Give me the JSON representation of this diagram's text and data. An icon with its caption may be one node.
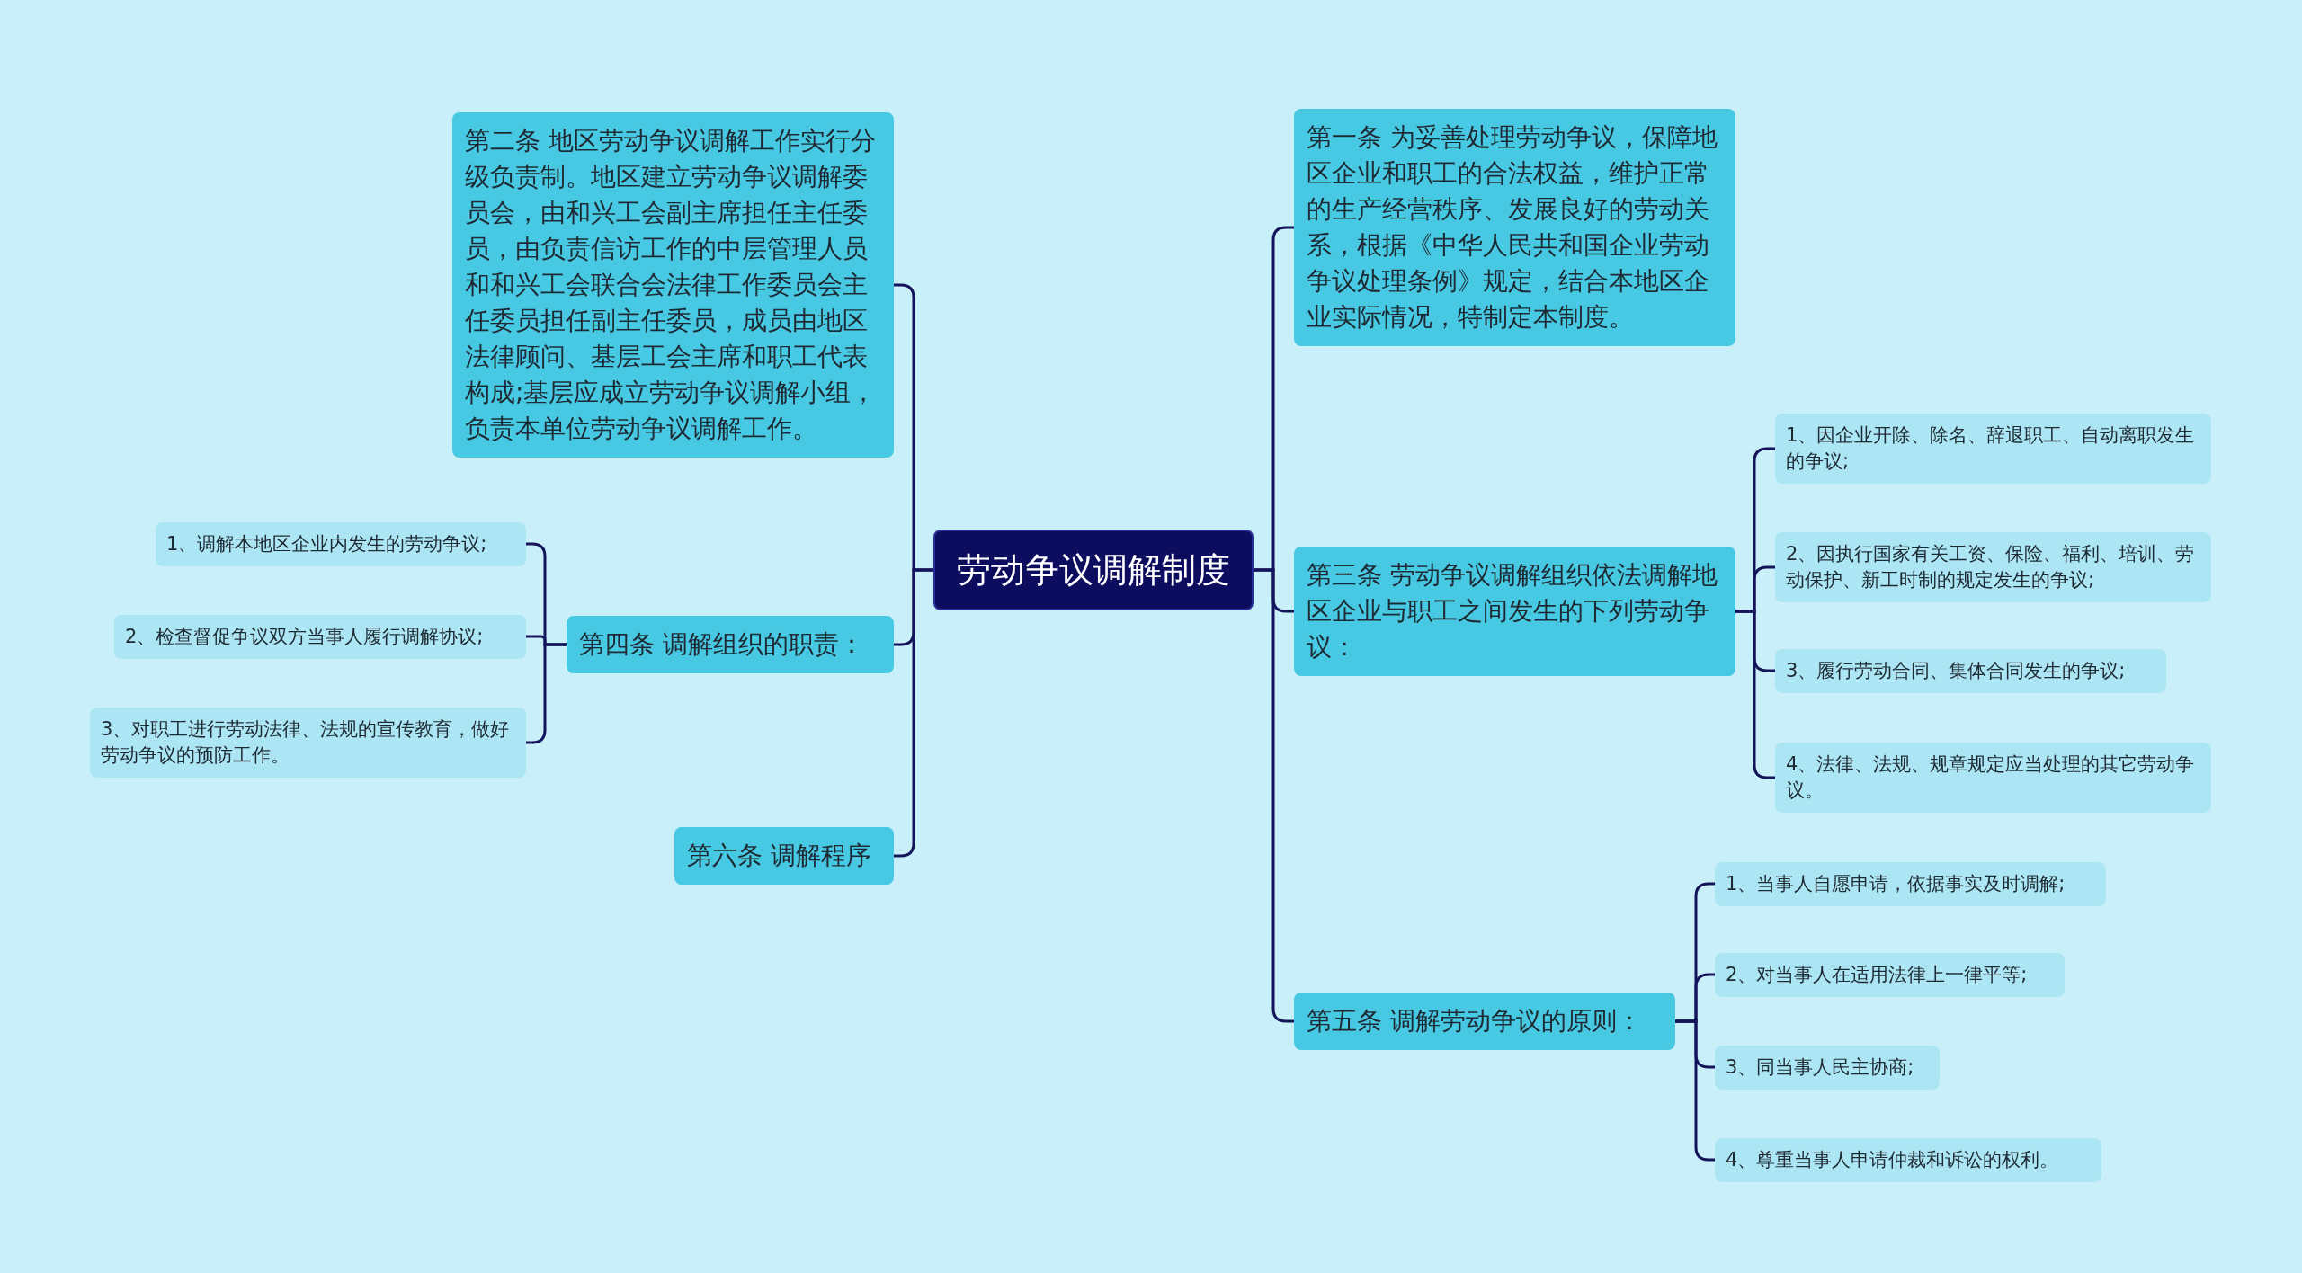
{
  "diagram": {
    "nodes": [
      {
        "text": [
          "劳动争议调解制度"
        ]
      },
      {
        "text": [
          "第二条 地区劳动争议调解工作实行分级负责制。地区建立劳动争议调解委员会，由和兴工会副主席担任主任委员，由负责信访工作的中层管理人员和和兴工会联合会法律工作委员会主任委员担任副主任委员，成员由地区法律顾问、基层工会主席和职工代表构成;基层应成立劳动争议调解小组，负责本单位劳动争议调解工作。"
        ]
      },
      {
        "text": [
          "第四条 调解组织的职责："
        ]
      },
      {
        "text": [
          "1、调解本地区企业内发生的劳动争议;"
        ]
      },
      {
        "text": [
          "2、检查督促争议双方当事人履行调解协议;"
        ]
      },
      {
        "text": [
          "3、对职工进行劳动法律、法规的宣传教育，做好劳动争议的预防工作。"
        ]
      },
      {
        "text": [
          "第六条 调解程序"
        ]
      },
      {
        "text": [
          "第一条 为妥善处理劳动争议，保障地区企业和职工的合法权益，维护正常的生产经营秩序、发展良好的劳动关系，根据《中华人民共和国企业劳动争议处理条例》规定，结合本地区企业实际情况，特制定本制度。"
        ]
      },
      {
        "text": [
          "第三条 劳动争议调解组织依法调解地区企业与职工之间发生的下列劳动争议："
        ]
      },
      {
        "text": [
          "1、因企业开除、除名、辞退职工、自动离职发生的争议;"
        ]
      },
      {
        "text": [
          "2、因执行国家有关工资、保险、福利、培训、劳动保护、新工时制的规定发生的争议;"
        ]
      },
      {
        "text": [
          "3、履行劳动合同、集体合同发生的争议;"
        ]
      },
      {
        "text": [
          "4、法律、法规、规章规定应当处理的其它劳动争议。"
        ]
      },
      {
        "text": [
          "第五条 调解劳动争议的原则："
        ]
      },
      {
        "text": [
          "1、当事人自愿申请，依据事实及时调解;"
        ]
      },
      {
        "text": [
          "2、对当事人在适用法律上一律平等;"
        ]
      },
      {
        "text": [
          "3、同当事人民主协商;"
        ]
      },
      {
        "text": [
          "4、尊重当事人申请仲裁和诉讼的权利。"
        ]
      }
    ],
    "edges": [
      {
        "from": 0,
        "to": 1,
        "arrow": "none"
      },
      {
        "from": 0,
        "to": 2,
        "arrow": "none"
      },
      {
        "from": 2,
        "to": 3,
        "arrow": "none"
      },
      {
        "from": 2,
        "to": 4,
        "arrow": "none"
      },
      {
        "from": 2,
        "to": 5,
        "arrow": "none"
      },
      {
        "from": 0,
        "to": 6,
        "arrow": "none"
      },
      {
        "from": 0,
        "to": 7,
        "arrow": "none"
      },
      {
        "from": 0,
        "to": 8,
        "arrow": "none"
      },
      {
        "from": 8,
        "to": 9,
        "arrow": "none"
      },
      {
        "from": 8,
        "to": 10,
        "arrow": "none"
      },
      {
        "from": 8,
        "to": 11,
        "arrow": "none"
      },
      {
        "from": 8,
        "to": 12,
        "arrow": "none"
      },
      {
        "from": 0,
        "to": 13,
        "arrow": "none"
      },
      {
        "from": 13,
        "to": 14,
        "arrow": "none"
      },
      {
        "from": 13,
        "to": 15,
        "arrow": "none"
      },
      {
        "from": 13,
        "to": 16,
        "arrow": "none"
      },
      {
        "from": 13,
        "to": 17,
        "arrow": "none"
      }
    ]
  }
}
